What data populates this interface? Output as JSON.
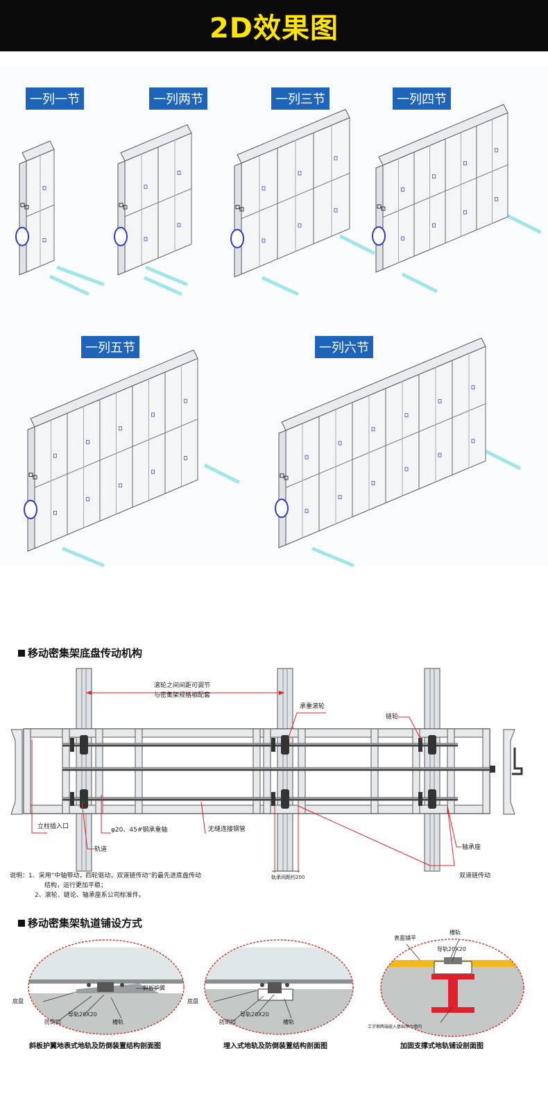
{
  "header": {
    "title": "2D效果图"
  },
  "colors": {
    "header_bg": "#0a0a0a",
    "header_text": "#ffe500",
    "label_bg": "#1e64b9",
    "rail": "#9fe6ea",
    "logo": "#2a3bd0"
  },
  "cabinet_labels": [
    "一列一节",
    "一列两节",
    "一列三节",
    "一列四节",
    "一列五节",
    "一列六节"
  ],
  "transmission": {
    "title": "移动密集架底盘传动机构",
    "annotations": {
      "roller_spacing_1": "滚轮之间间距可调节",
      "roller_spacing_2": "与密集架规格相配套",
      "load_roller": "承重滚轮",
      "sprocket": "链轮",
      "post_inlet": "立柱插入口",
      "shaft": "φ20、45#钢承重轴",
      "steel_pipe": "无缝连接钢管",
      "track": "轨道",
      "bearing_seat": "轴承座",
      "double_chain": "双道链传动",
      "track_spacing": "轨承间距约200"
    },
    "notes": [
      "说明：1、采用“中轴带动，四轮驱动，双道链传动”的最先进底盘传动",
      "结构，运行更加平稳；",
      "2、滚轮、链论、轴承座系公司标准件。"
    ]
  },
  "tracks": {
    "title": "移动密集架轨道铺设方式",
    "diagram1": {
      "labels": [
        "斜板护翼",
        "底盘",
        "防倒扣",
        "导轨20X20",
        "槽轨"
      ],
      "caption": "斜板护翼地表式地轨及防倒装置结构剖面图"
    },
    "diagram2": {
      "labels": [
        "底盘",
        "防倒扣",
        "导轨20X20",
        "槽轨"
      ],
      "caption": "埋入式地轨及防倒装置结构剖面图"
    },
    "diagram3": {
      "labels": [
        "表面铺平",
        "槽轨",
        "导轨20X20",
        "工字钢两端嵌入基础承力墙内"
      ],
      "caption": "加固支撑式地轨铺设剖面图"
    }
  }
}
